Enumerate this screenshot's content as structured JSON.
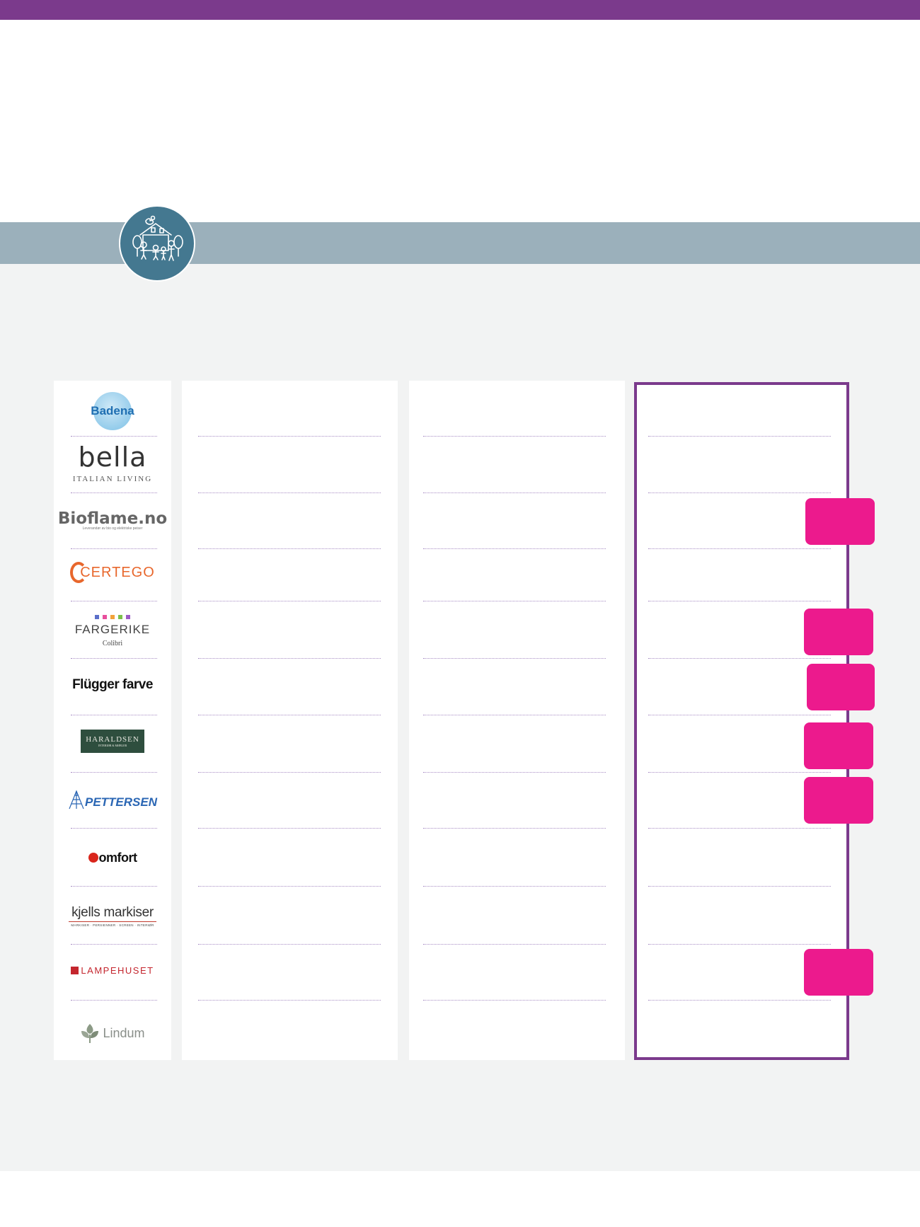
{
  "colors": {
    "top_bar": "#7b3a8c",
    "band": "#9bb0bb",
    "badge": "#447890",
    "highlight_border": "#7b3a8c",
    "tab": "#ec1a8d",
    "background": "#f2f3f3"
  },
  "badge": {
    "icon": "family-house-icon"
  },
  "brands": [
    {
      "name": "Badena",
      "text": "Badena"
    },
    {
      "name": "bella",
      "text": "bella",
      "sub": "ITALIAN LIVING"
    },
    {
      "name": "bioflame",
      "text": "Bioflame.no",
      "sub": "Leverandør av bio og elektriske peiser"
    },
    {
      "name": "certego",
      "text": "CERTEGO"
    },
    {
      "name": "fargerike",
      "text": "FARGERIKE",
      "sub": "Colibri"
    },
    {
      "name": "flugger",
      "text": "Flügger farve"
    },
    {
      "name": "haraldsen",
      "text": "HARALDSEN",
      "sub": "INTERIØR & MØBLER"
    },
    {
      "name": "pettersen",
      "text": "PETTERSEN"
    },
    {
      "name": "comfort",
      "text": "omfort"
    },
    {
      "name": "kjells",
      "text": "kjells markiser",
      "sub": "MARKISER · PERSIENNER · SCREEN · INTERIØR"
    },
    {
      "name": "lampehuset",
      "text": "LAMPEHUSET"
    },
    {
      "name": "lindum",
      "text": "Lindum"
    }
  ]
}
